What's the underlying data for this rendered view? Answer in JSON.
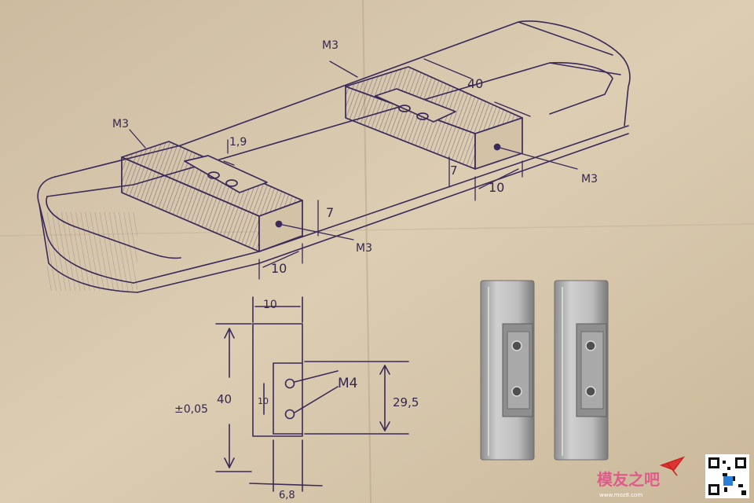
{
  "photo": {
    "paper_color": "#d8c8ae",
    "ink_color": "#3a2a5a",
    "metal_color": "#b8b8b8"
  },
  "sketch": {
    "thread_m3": "M3",
    "thread_m4": "M4",
    "dim_1_9": "1,9",
    "dim_40": "40",
    "dim_7": "7",
    "dim_10": "10",
    "dim_29_5": "29,5",
    "dim_6_8": "6,8",
    "dim_tolerance": "±0,05",
    "dim_10_hole": "10"
  },
  "watermark": {
    "brand": "模友之吧",
    "url": "www.moz8.com"
  }
}
